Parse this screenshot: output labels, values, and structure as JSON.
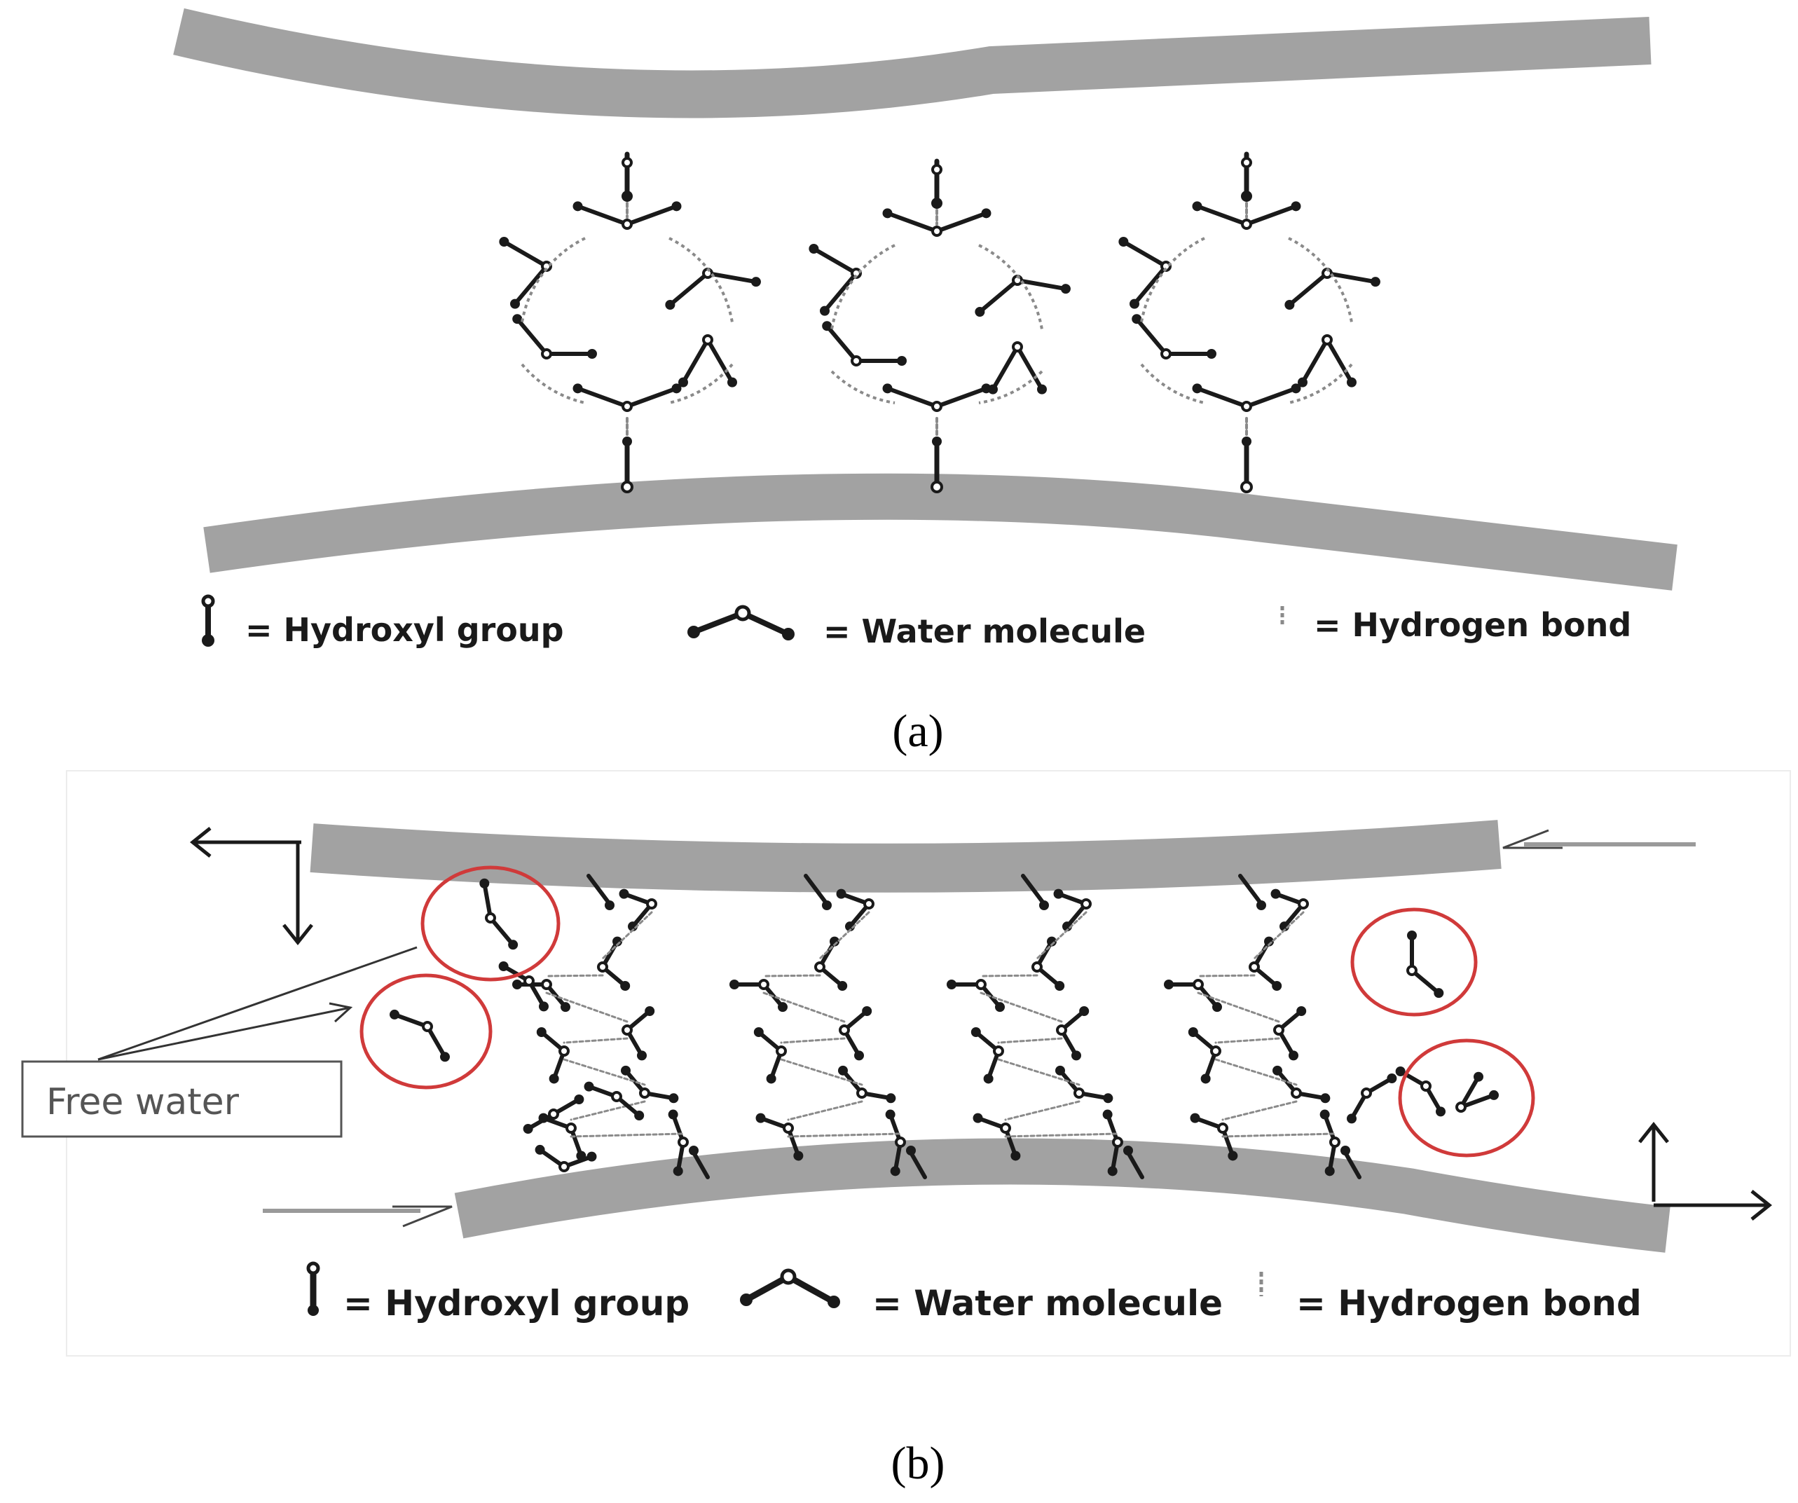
{
  "panel_a": {
    "legend": {
      "hydroxyl": "=  Hydroxyl group",
      "water": "=  Water molecule",
      "hbond": "=  Hydrogen bond"
    },
    "caption": "(a)"
  },
  "panel_b": {
    "free_water_label": "Free water",
    "legend": {
      "hydroxyl": "=  Hydroxyl group",
      "water": "=  Water molecule",
      "hbond": "=  Hydrogen bond"
    },
    "caption": "(b)"
  },
  "colors": {
    "fiber": "#a2a2a2",
    "molecule": "#1a1a1a",
    "bond": "#8a8a8a",
    "free_water_circle": "#d03a3a"
  },
  "icons": [
    "hydroxyl-group-icon",
    "water-molecule-icon",
    "hydrogen-bond-icon",
    "arrow-icon"
  ]
}
